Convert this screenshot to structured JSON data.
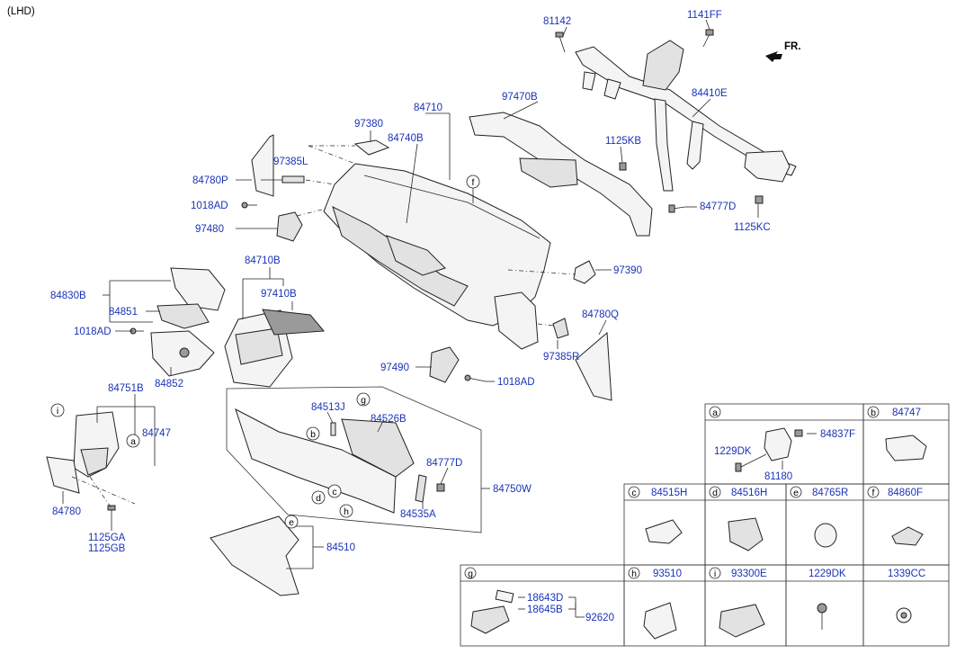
{
  "variant": "(LHD)",
  "front_label": "FR.",
  "labels": {
    "p81142": "81142",
    "p1141FF": "1141FF",
    "p97470B": "97470B",
    "p84410E": "84410E",
    "p84710": "84710",
    "p97380": "97380",
    "p84740B": "84740B",
    "p97385L": "97385L",
    "p84780P": "84780P",
    "p1018AD_a": "1018AD",
    "p97480": "97480",
    "p1125KB": "1125KB",
    "p84777D_a": "84777D",
    "p1125KC": "1125KC",
    "p97390": "97390",
    "p84710B": "84710B",
    "p97410B": "97410B",
    "p84830B": "84830B",
    "p84851": "84851",
    "p1018AD_b": "1018AD",
    "p84852": "84852",
    "p84780Q": "84780Q",
    "p97385R": "97385R",
    "p97490": "97490",
    "p1018AD_c": "1018AD",
    "p84751B": "84751B",
    "p84747_main": "84747",
    "p84780": "84780",
    "p1125GA": "1125GA",
    "p1125GB": "1125GB",
    "p84513J": "84513J",
    "p84526B": "84526B",
    "p84777D_b": "84777D",
    "p84750W": "84750W",
    "p84535A": "84535A",
    "p84510": "84510"
  },
  "callouts": [
    "a",
    "b",
    "c",
    "d",
    "e",
    "f",
    "g",
    "h",
    "i"
  ],
  "legend": {
    "a": {
      "letter": "a",
      "parts": [
        "84837F",
        "1229DK",
        "81180"
      ]
    },
    "b": {
      "letter": "b",
      "part": "84747"
    },
    "c": {
      "letter": "c",
      "part": "84515H"
    },
    "d": {
      "letter": "d",
      "part": "84516H"
    },
    "e": {
      "letter": "e",
      "part": "84765R"
    },
    "f": {
      "letter": "f",
      "part": "84860F"
    },
    "g": {
      "letter": "g",
      "parts": [
        "18643D",
        "18645B",
        "92620"
      ]
    },
    "h": {
      "letter": "h",
      "part": "93510"
    },
    "i": {
      "letter": "i",
      "part": "93300E"
    },
    "j": {
      "part": "1229DK"
    },
    "k": {
      "part": "1339CC"
    }
  }
}
